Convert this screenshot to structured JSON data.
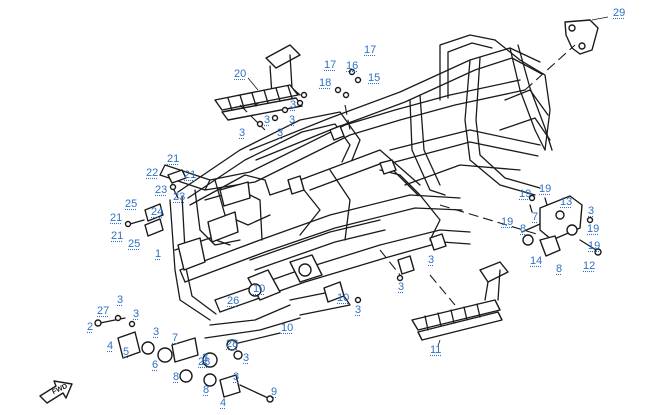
{
  "diagram": {
    "callouts": {
      "c29": "29",
      "c20": "20",
      "c17a": "17",
      "c17b": "17",
      "c16": "16",
      "c18": "18",
      "c15": "15",
      "c3a": "3",
      "c3b": "3",
      "c3c": "3",
      "c3d": "3",
      "c3e": "3",
      "c21a": "21",
      "c22": "22",
      "c21b": "21",
      "c23a": "23",
      "c23b": "23",
      "c25a": "25",
      "c21c": "21",
      "c24": "24",
      "c21d": "21",
      "c25b": "25",
      "c1": "1",
      "c19a": "19",
      "c19b": "19",
      "c13": "13",
      "c3f": "3",
      "c19c": "19",
      "c7a": "7",
      "c19d": "19",
      "c8a": "8",
      "c19e": "19",
      "c14": "14",
      "c8b": "8",
      "c12": "12",
      "c3g": "3",
      "c3h": "3",
      "c10a": "10",
      "c26": "26",
      "c10b": "10",
      "c3i": "3",
      "c10c": "10",
      "c27": "27",
      "c3j": "3",
      "c3k": "3",
      "c2": "2",
      "c4a": "4",
      "c5": "5",
      "c3l": "3",
      "c7b": "7",
      "c6": "6",
      "c28a": "28",
      "c3m": "3",
      "c28b": "28",
      "c3n": "3",
      "c8c": "8",
      "c3o": "3",
      "c11": "11",
      "c9": "9",
      "c4b": "4"
    },
    "arrow_label": "FWD"
  }
}
